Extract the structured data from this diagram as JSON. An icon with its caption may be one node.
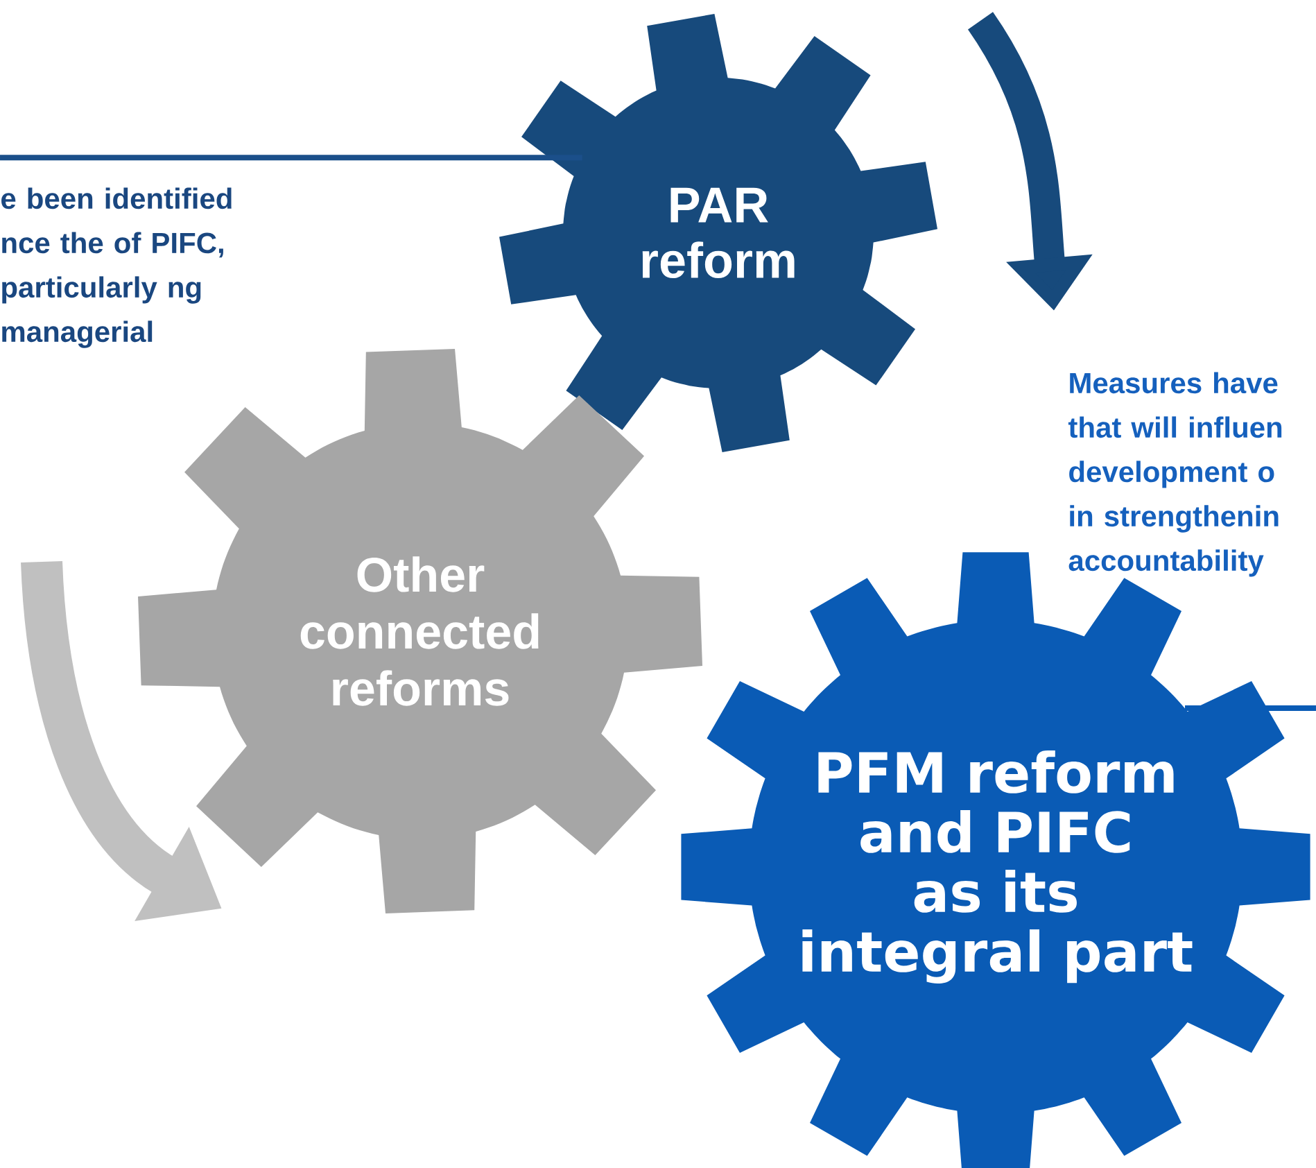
{
  "diagram": {
    "nodes": [
      {
        "text": [
          "PAR reform"
        ]
      },
      {
        "text": [
          "Other connected reforms"
        ]
      },
      {
        "text": [
          "PFM reform and PIFC as its integral part"
        ]
      },
      {
        "text": [
          "e been identified nce the of PIFC, particularly ng managerial"
        ]
      },
      {
        "text": [
          "Measures have that will influen development o in strengthenin accountability"
        ]
      }
    ],
    "edges": [
      {
        "from": 3,
        "to": 0,
        "arrow": "none"
      },
      {
        "from": 2,
        "to": null,
        "arrow": "none"
      }
    ]
  }
}
